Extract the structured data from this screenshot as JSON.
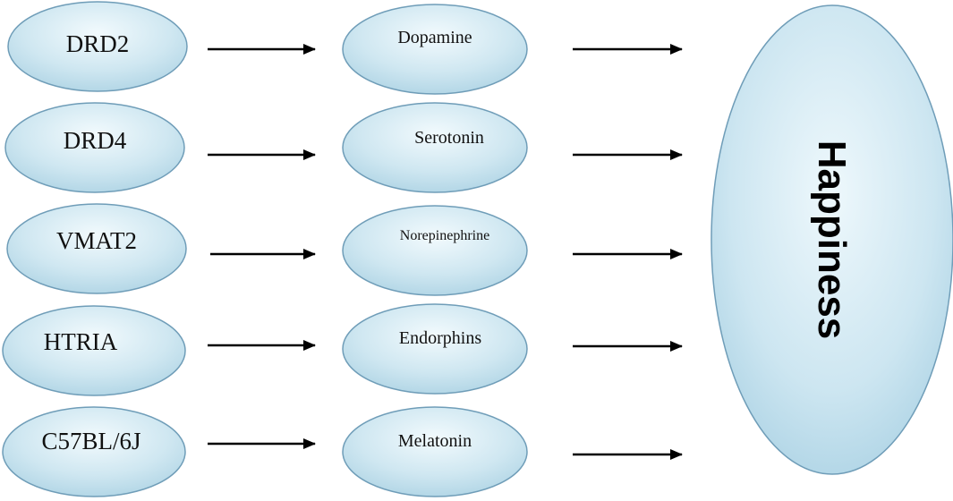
{
  "genes": [
    "DRD2",
    "DRD4",
    "VMAT2",
    "HTRIA",
    "C57BL/6J"
  ],
  "neurotransmitters": [
    "Dopamine",
    "Serotonin",
    "Norepinephrine",
    "Endorphins",
    "Melatonin"
  ],
  "outcome": "Happiness"
}
